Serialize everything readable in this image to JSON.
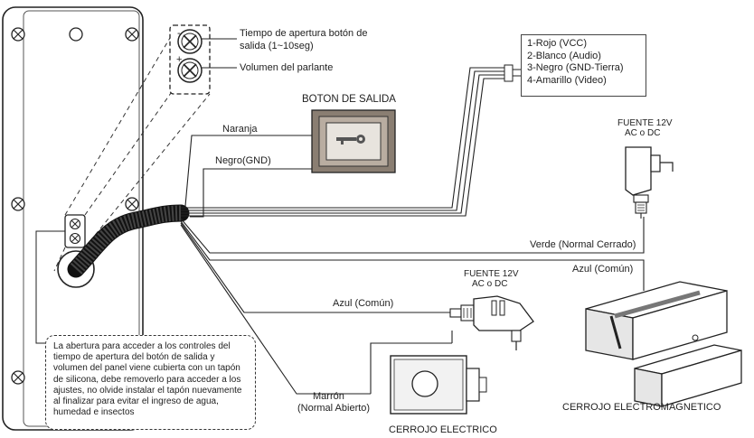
{
  "adjusters": {
    "exit_time": "Tiempo de apertura botón de salida (1~10seg)",
    "volume": "Volumen del parlante",
    "minus": "-",
    "plus": "+"
  },
  "connector_legend": [
    "1-Rojo (VCC)",
    "2-Blanco (Audio)",
    "3-Negro (GND-Tierra)",
    "4-Amarillo (Video)"
  ],
  "exit_button": {
    "title": "BOTON DE SALIDA"
  },
  "wires": {
    "orange": "Naranja",
    "black_gnd": "Negro(GND)",
    "green_nc": "Verde (Normal Cerrado)",
    "blue_common_1": "Azul (Común)",
    "blue_common_2": "Azul (Común)",
    "brown_no_line1": "Marrón",
    "brown_no_line2": "(Normal Abierto)"
  },
  "power_supply_1": {
    "line1": "FUENTE 12V",
    "line2": "AC o DC"
  },
  "power_supply_2": {
    "line1": "FUENTE 12V",
    "line2": "AC o DC"
  },
  "electric_lock": {
    "title": "CERROJO ELECTRICO"
  },
  "magnetic_lock": {
    "title": "CERROJO ELECTROMAGNETICO"
  },
  "note": "La abertura para acceder a los controles del tiempo de apertura del botón de salida y volumen del panel viene cubierta con un tapón de silicona, debe removerlo para acceder a los ajustes, no olvide instalar el tapón nuevamente al finalizar para evitar el ingreso de agua, humedad e insectos"
}
